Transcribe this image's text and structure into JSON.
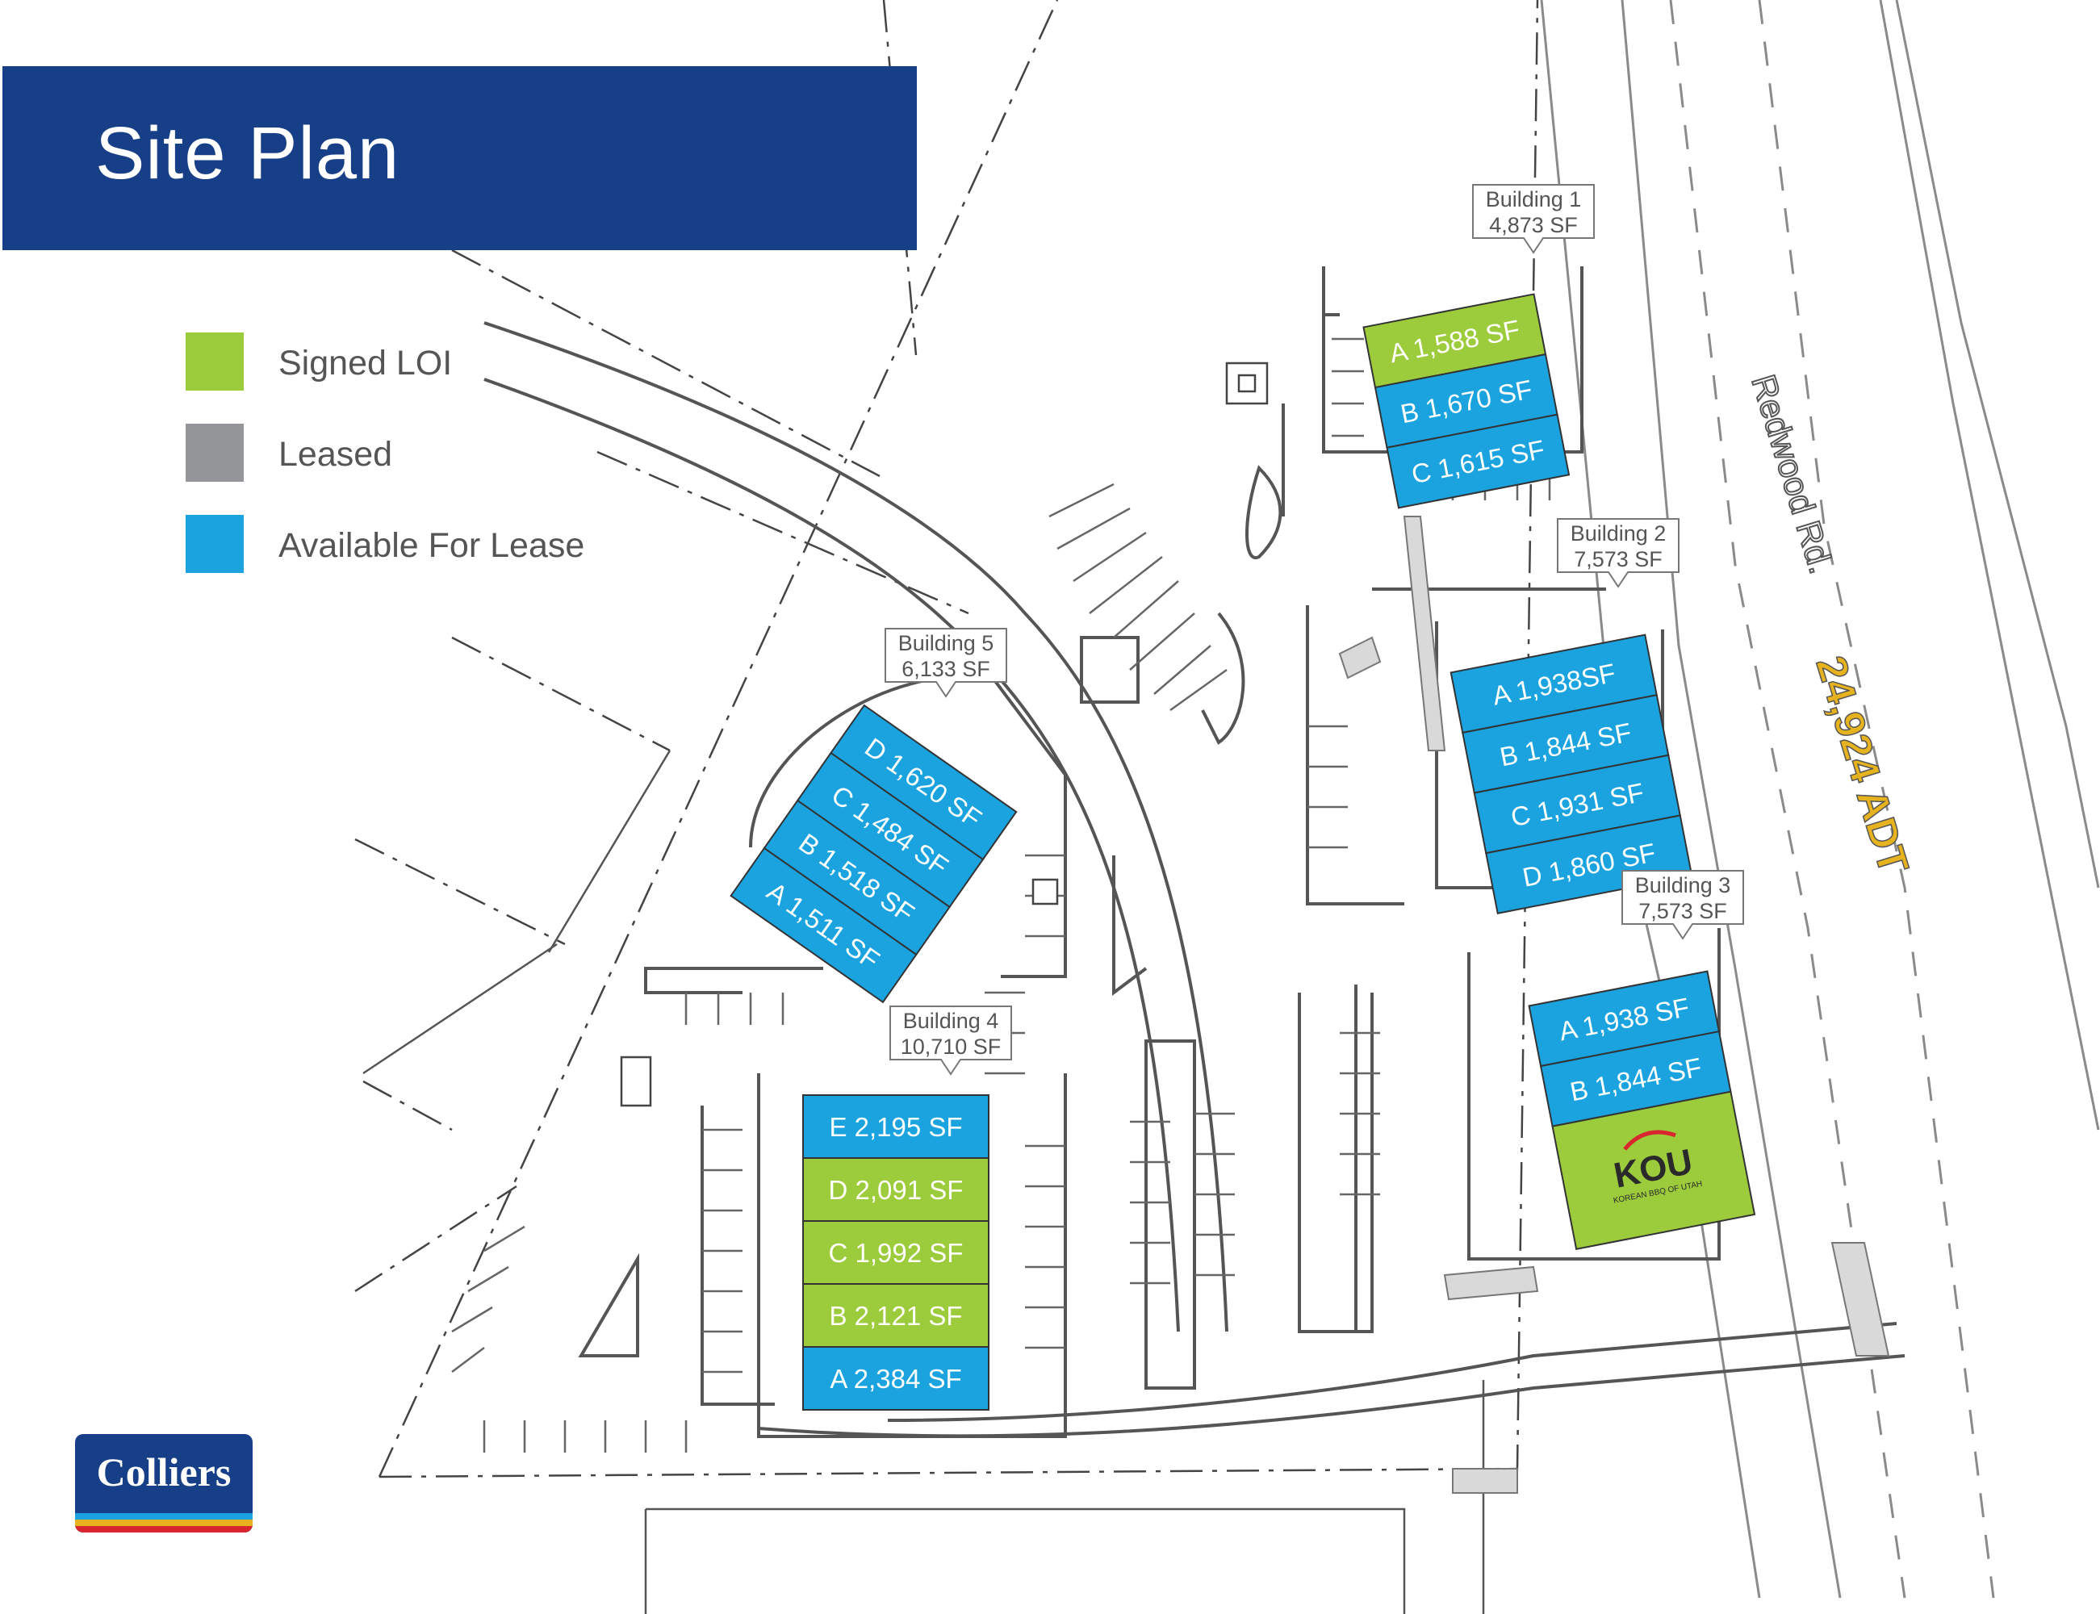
{
  "title": "Site Plan",
  "colors": {
    "signed_loi": "#9ccb3b",
    "leased": "#939598",
    "available": "#1aa3df",
    "banner": "#173f88",
    "adt_text": "#e6b31e"
  },
  "legend": [
    {
      "label": "Signed LOI",
      "color": "#9ccb3b"
    },
    {
      "label": "Leased",
      "color": "#939598"
    },
    {
      "label": "Available For Lease",
      "color": "#1aa3df"
    }
  ],
  "buildings": [
    {
      "name": "Building 1",
      "area": "4,873 SF",
      "units": [
        {
          "label": "A 1,588 SF",
          "status": "signed_loi"
        },
        {
          "label": "B 1,670 SF",
          "status": "available"
        },
        {
          "label": "C 1,615 SF",
          "status": "available"
        }
      ]
    },
    {
      "name": "Building 2",
      "area": "7,573 SF",
      "units": [
        {
          "label": "A 1,938SF",
          "status": "available"
        },
        {
          "label": "B 1,844 SF",
          "status": "available"
        },
        {
          "label": "C 1,931 SF",
          "status": "available"
        },
        {
          "label": "D 1,860 SF",
          "status": "available"
        }
      ]
    },
    {
      "name": "Building 3",
      "area": "7,573 SF",
      "units": [
        {
          "label": "A 1,938 SF",
          "status": "available"
        },
        {
          "label": "B 1,844 SF",
          "status": "available"
        },
        {
          "label": "KOU",
          "status": "signed_loi"
        }
      ]
    },
    {
      "name": "Building 4",
      "area": "10,710 SF",
      "units": [
        {
          "label": "E 2,195 SF",
          "status": "available"
        },
        {
          "label": "D 2,091 SF",
          "status": "signed_loi"
        },
        {
          "label": "C 1,992 SF",
          "status": "signed_loi"
        },
        {
          "label": "B 2,121 SF",
          "status": "signed_loi"
        },
        {
          "label": "A 2,384 SF",
          "status": "available"
        }
      ]
    },
    {
      "name": "Building 5",
      "area": "6,133 SF",
      "units": [
        {
          "label": "D 1,620 SF",
          "status": "available"
        },
        {
          "label": "C 1,484 SF",
          "status": "available"
        },
        {
          "label": "B 1,518 SF",
          "status": "available"
        },
        {
          "label": "A 1,511 SF",
          "status": "available"
        }
      ]
    }
  ],
  "tenant": {
    "name": "KOU",
    "tagline": "KOREAN BBQ OF UTAH"
  },
  "road": {
    "name": "Redwood Rd.",
    "traffic": "24,924 ADT"
  },
  "logo": {
    "text": "Colliers",
    "stripes": [
      "#1aa3df",
      "#e6b31e",
      "#d7262e"
    ]
  }
}
